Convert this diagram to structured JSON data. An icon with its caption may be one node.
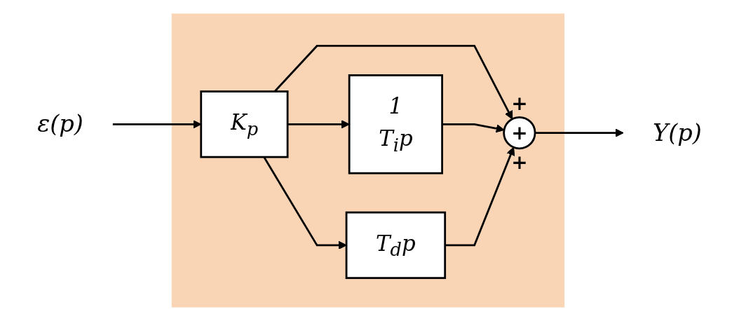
{
  "diagram": {
    "nodes": [
      {
        "text": [],
        "shape": "box"
      },
      {
        "text": [
          "ε(p)"
        ]
      },
      {
        "text": [
          "K$_{p}$"
        ],
        "in": 0
      },
      {
        "text": [
          "1",
          "T$_{i}$p"
        ],
        "in": 0
      },
      {
        "text": [
          "+",
          "+",
          "+"
        ],
        "in": 0
      },
      {
        "text": [
          "T$_{d}$p"
        ],
        "in": 0
      },
      {
        "text": [
          "Y(p)"
        ]
      }
    ],
    "edges": [
      {
        "from": 1,
        "to": 2,
        "arrow": "to"
      },
      {
        "from": 2,
        "to": 4,
        "arrow": "to"
      },
      {
        "from": 2,
        "to": 3,
        "arrow": "to"
      },
      {
        "from": 2,
        "to": 5,
        "arrow": "to"
      },
      {
        "from": 3,
        "to": 4,
        "arrow": "to"
      },
      {
        "from": 5,
        "to": 4,
        "arrow": "to"
      },
      {
        "from": 4,
        "to": 6,
        "arrow": "to"
      }
    ]
  }
}
